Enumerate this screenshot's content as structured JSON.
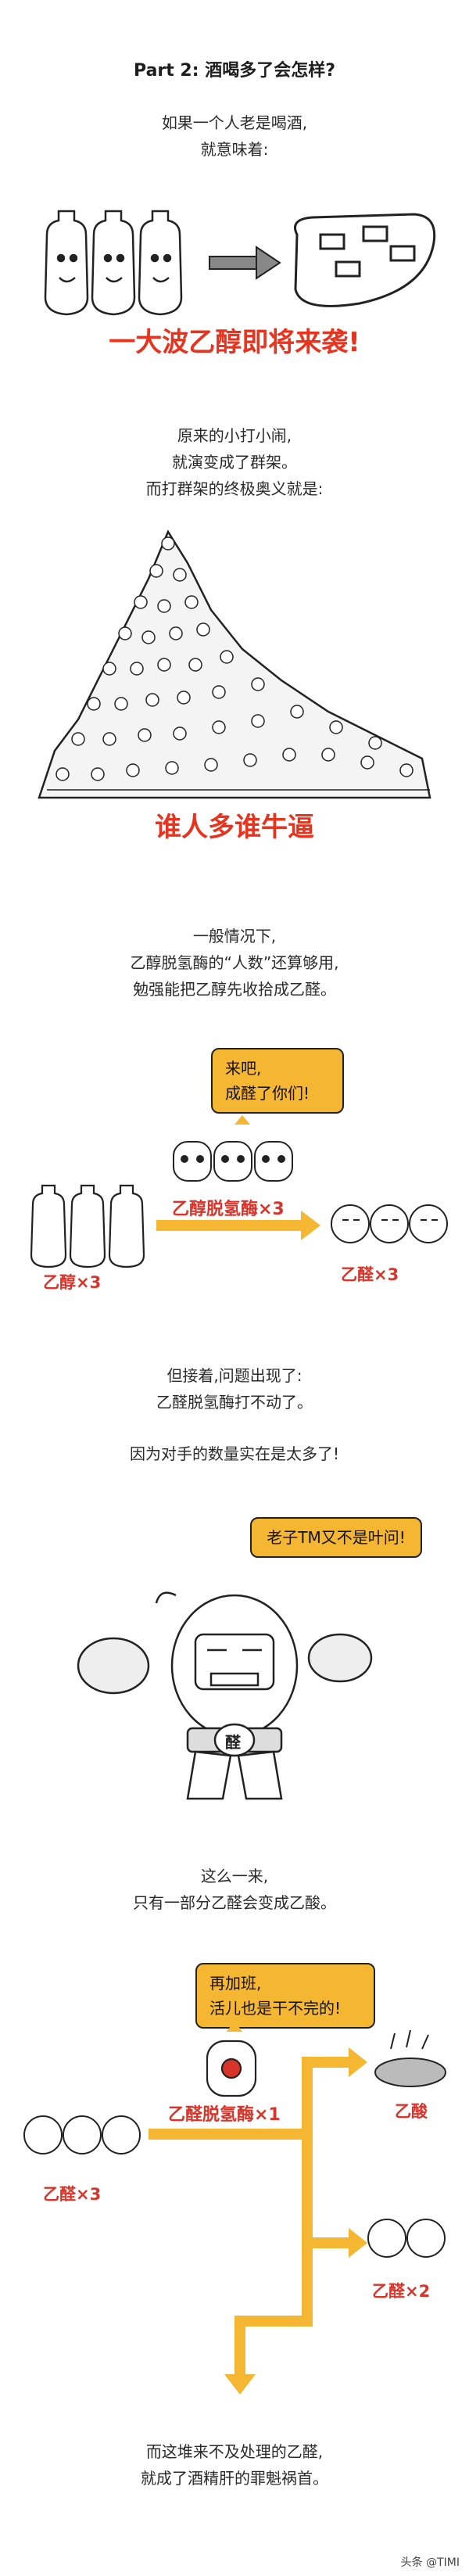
{
  "title": "Part 2: 酒喝多了会怎样?",
  "intro": {
    "line1": "如果一个人老是喝酒,",
    "line2": "就意味着:"
  },
  "headline1": "一大波乙醇即将来袭!",
  "fight": {
    "line1": "原来的小打小闹,",
    "line2": "就演变成了群架。",
    "line3": "而打群架的终极奥义就是:"
  },
  "headline2": "谁人多谁牛逼",
  "normal": {
    "line1": "一般情况下,",
    "line2": "乙醇脱氢酶的“人数”还算够用,",
    "line3": "勉强能把乙醇先收拾成乙醛。"
  },
  "reaction1": {
    "bubble_line1": "来吧,",
    "bubble_line2": "成醛了你们!",
    "enzyme": "乙醇脱氢酶×3",
    "left_label": "乙醇×3",
    "right_label": "乙醛×3"
  },
  "problem": {
    "line1": "但接着,问题出现了:",
    "line2": "乙醛脱氢酶打不动了。",
    "line3": "因为对手的数量实在是太多了!"
  },
  "bubble2": "老子TM又不是叶问!",
  "belt_char": "醛",
  "result": {
    "line1": "这么一来,",
    "line2": "只有一部分乙醛会变成乙酸。"
  },
  "reaction2": {
    "bubble_line1": "再加班,",
    "bubble_line2": "活儿也是干不完的!",
    "enzyme": "乙醛脱氢酶×1",
    "left_label": "乙醛×3",
    "acid_label": "乙酸",
    "remain_label": "乙醛×2"
  },
  "ending": {
    "line1": "而这堆来不及处理的乙醛,",
    "line2": "就成了酒精肝的罪魁祸首。"
  },
  "watermark": "头条 @TIMI",
  "colors": {
    "accent_red": "#e8331e",
    "arrow_yellow": "#f5b731",
    "bubble": "#f5b731"
  }
}
